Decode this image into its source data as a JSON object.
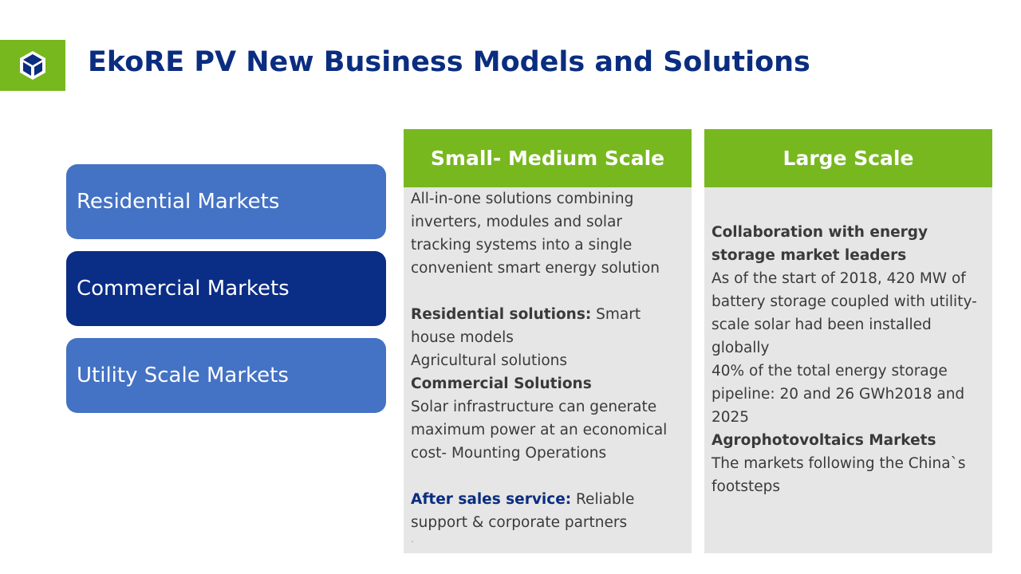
{
  "logo": {
    "icon": "cube-logo-icon"
  },
  "title": "EkoRE PV New Business Models and Solutions",
  "markets": [
    {
      "label": "Residential Markets"
    },
    {
      "label": "Commercial Markets"
    },
    {
      "label": "Utility Scale Markets"
    }
  ],
  "columns": {
    "small": {
      "header": "Small- Medium Scale",
      "intro": "All-in-one solutions combining inverters, modules and solar tracking systems into a single convenient smart energy solution",
      "residential_label": "Residential solutions:",
      "residential_text": " Smart house models",
      "agricultural": "Agricultural solutions",
      "commercial_label": "Commercial Solutions",
      "commercial_text": "Solar infrastructure can generate maximum power at an economical cost- Mounting Operations",
      "after_sales_label": "After sales service:",
      "after_sales_text": " Reliable support & corporate partners",
      "trailing": "."
    },
    "large": {
      "header": "Large Scale",
      "collab_label": "Collaboration with energy storage market leaders",
      "collab_text": "As of the start of 2018, 420 MW of battery storage coupled with utility-scale solar had been installed globally",
      "pipeline_text": "40% of the total energy storage pipeline: 20 and 26 GWh2018 and 2025",
      "agro_label": "Agrophotovoltaics Markets",
      "agro_text": "The markets following the China`s footsteps"
    }
  },
  "colors": {
    "green": "#77b81f",
    "navy": "#0a2d80",
    "blue": "#4472c4",
    "panel": "#e7e6e6"
  }
}
